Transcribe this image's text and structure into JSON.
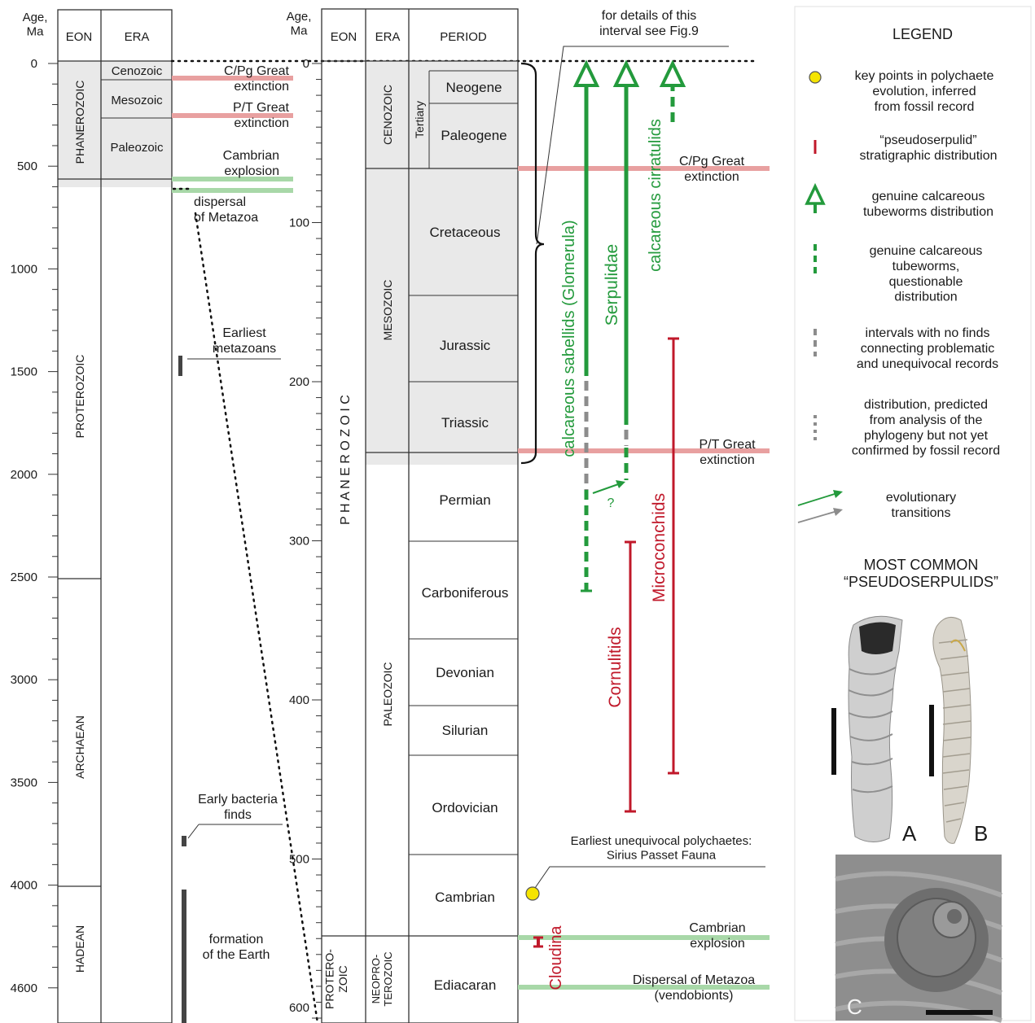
{
  "left_scale": {
    "headers": {
      "age": "Age,\nMa",
      "eon": "EON",
      "era": "ERA"
    },
    "ticks": [
      "0",
      "500",
      "1000",
      "1500",
      "2000",
      "2500",
      "3000",
      "3500",
      "4000",
      "4600"
    ],
    "eons": [
      {
        "label": "PHANEROZOIC"
      },
      {
        "label": "PROTEROZOIC"
      },
      {
        "label": "ARCHAEAN"
      },
      {
        "label": "HADEAN"
      }
    ],
    "eras": [
      "Cenozoic",
      "Mesozoic",
      "Paleozoic"
    ],
    "events": {
      "cpg": "C/Pg Great\nextinction",
      "pt": "P/T Great\nextinction",
      "cambrian": "Cambrian\nexplosion",
      "dispersal": "dispersal\nof Metazoa",
      "earliest_metazoans": "Earliest\nmetazoans",
      "early_bacteria": "Early bacteria\nfinds",
      "formation": "formation\nof the Earth"
    }
  },
  "right_scale": {
    "headers": {
      "age": "Age,\nMa",
      "eon": "EON",
      "era": "ERA",
      "period": "PERIOD"
    },
    "ticks": [
      "0",
      "100",
      "200",
      "300",
      "400",
      "500",
      "600"
    ],
    "eon_phanerozoic": "P H A N E R O Z O I C",
    "eon_proterozoic": "PROTERO-\nZOIC",
    "eras": [
      "CENOZOIC",
      "MESOZOIC",
      "PALEOZOIC",
      "NEOPRO-\nTEROZOIC"
    ],
    "tertiary": "Tertiary",
    "periods": [
      "Neogene",
      "Paleogene",
      "Cretaceous",
      "Jurassic",
      "Triassic",
      "Permian",
      "Carboniferous",
      "Devonian",
      "Silurian",
      "Ordovician",
      "Cambrian",
      "Ediacaran"
    ]
  },
  "annotations": {
    "fig9": "for details of this\ninterval see Fig.9",
    "cpg": "C/Pg Great\nextinction",
    "pt": "P/T Great\nextinction",
    "cambrian": "Cambrian\nexplosion",
    "dispersal": "Dispersal of Metazoa\n(vendobionts)",
    "earliest_polychaetes": "Earliest unequivocal polychaetes:\nSirius Passet Fauna",
    "question": "?"
  },
  "taxa": {
    "sabellids": "calcareous sabellids (Glomerula)",
    "serpulidae": "Serpulidae",
    "cirratulids": "calcareous cirratulids",
    "microconchids": "Microconchids",
    "cornulitids": "Cornulitids",
    "cloudina": "Cloudina"
  },
  "legend": {
    "title": "LEGEND",
    "items": [
      "key points in polychaete\nevolution, inferred\nfrom fossil record",
      "“pseudoserpulid”\nstratigraphic distribution",
      "genuine calcareous\ntubeworms distribution",
      "genuine calcareous\ntubeworms,\nquestionable\ndistribution",
      "intervals with no finds\nconnecting problematic\nand unequivocal records",
      "distribution, predicted\nfrom analysis of the\nphylogeny but not yet\nconfirmed by fossil record",
      "evolutionary\ntransitions"
    ]
  },
  "photos": {
    "title": "MOST COMMON\n“PSEUDOSERPULIDS”",
    "labels": [
      "A",
      "B",
      "C"
    ]
  },
  "colors": {
    "red": "#c0182a",
    "green": "#239a3c",
    "grey": "#8c8c8c",
    "band_red": "#e8a0a0",
    "band_green": "#a8d8a8",
    "shade": "#e9e9e9",
    "yellow": "#f5e400"
  }
}
